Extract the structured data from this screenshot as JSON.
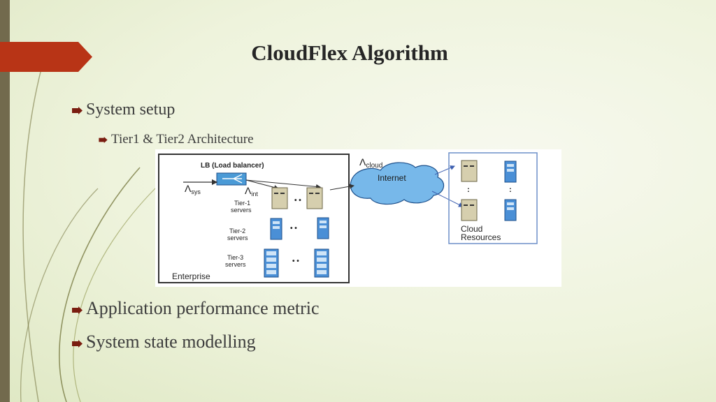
{
  "slide": {
    "title": "CloudFlex Algorithm",
    "accent_color": "#b83416",
    "bullets": [
      {
        "text": "System setup"
      },
      {
        "text": "Tier1 & Tier2 Architecture",
        "level": 2
      },
      {
        "text": "Application performance metric"
      },
      {
        "text": "System state modelling"
      }
    ]
  },
  "diagram": {
    "lb_label": "LB (Load balancer)",
    "lambda_sys": "Λ",
    "lambda_sys_sub": "sys",
    "lambda_int": "Λ",
    "lambda_int_sub": "int",
    "lambda_cloud": "Λ",
    "lambda_cloud_sub": "cloud",
    "internet": "Internet",
    "tier1": [
      "Tier-1",
      "servers"
    ],
    "tier2": [
      "Tier-2",
      "servers"
    ],
    "tier3": [
      "Tier-3",
      "servers"
    ],
    "enterprise": "Enterprise",
    "cloud_resources": [
      "Cloud",
      "Resources"
    ]
  }
}
